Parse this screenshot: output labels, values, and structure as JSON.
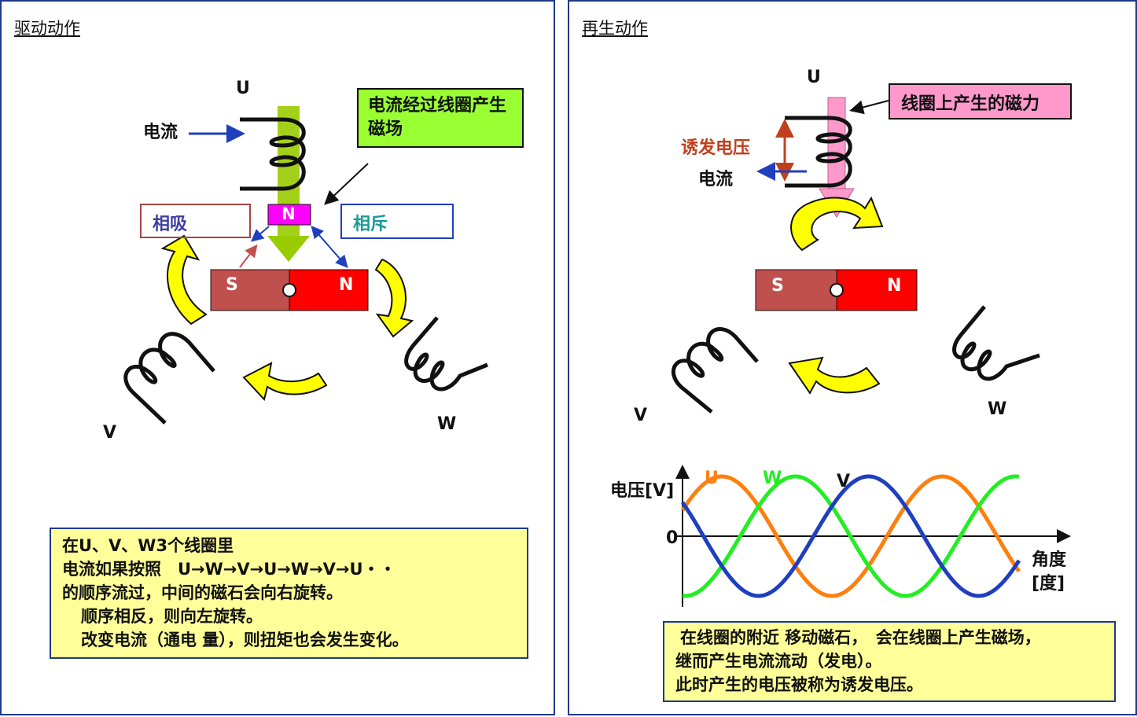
{
  "left": {
    "title": "驱动动作",
    "coil_u": "U",
    "coil_v": "V",
    "coil_w": "W",
    "current": "电流",
    "callout": "电流经过线圈产生磁场",
    "attract": "相吸",
    "repel": "相斥",
    "pole_n_small": "N",
    "magnet_s": "S",
    "magnet_n": "N",
    "note": {
      "line1": "在U、V、W3个线圈里",
      "line2": "电流如果按照　U→W→V→U→W→V→U・・",
      "line3": "的顺序流过，中间的磁石会向右旋转。",
      "line4": "顺序相反，则向左旋转。",
      "line5": "改变电流（通电 量），则扭矩也会发生变化。"
    }
  },
  "right": {
    "title": "再生动作",
    "coil_u": "U",
    "coil_v": "V",
    "coil_w": "W",
    "callout": "线圈上产生的磁力",
    "induced_voltage": "诱发电压",
    "current": "电流",
    "magnet_s": "S",
    "magnet_n": "N",
    "chart": {
      "ylabel": "电压[V]",
      "xlabel_1": "角度",
      "xlabel_2": "[度]",
      "zero": "0",
      "series_u": "U",
      "series_w": "W",
      "series_v": "V"
    },
    "note": {
      "line1": "在线圈的附近 移动磁石，　会在线圈上产生磁场，",
      "line2": "继而产生电流流动（发电）。",
      "line3": "此时产生的电压被称为诱发电压。"
    }
  },
  "colors": {
    "border": "#1f3a8a",
    "arrow_yellow": "#ffff00",
    "field_green": "#99cc00",
    "callout_green": "#99ff33",
    "callout_pink": "#ff99cc",
    "magnet_s": "#c0504d",
    "magnet_n": "#ff0000",
    "pole_n": "#ff00ff",
    "note_bg": "#ffff99",
    "wave_u": "#ff7f0e",
    "wave_w": "#22ee22",
    "wave_v": "#1f3fbf"
  },
  "chart_data": {
    "type": "line",
    "title": "",
    "xlabel": "角度[度]",
    "ylabel": "电压[V]",
    "x_period_units": "cycles",
    "series": [
      {
        "name": "U",
        "phase_deg": 0,
        "amplitude": 1
      },
      {
        "name": "W",
        "phase_deg": 120,
        "amplitude": 1
      },
      {
        "name": "V",
        "phase_deg": 240,
        "amplitude": 1
      }
    ]
  }
}
